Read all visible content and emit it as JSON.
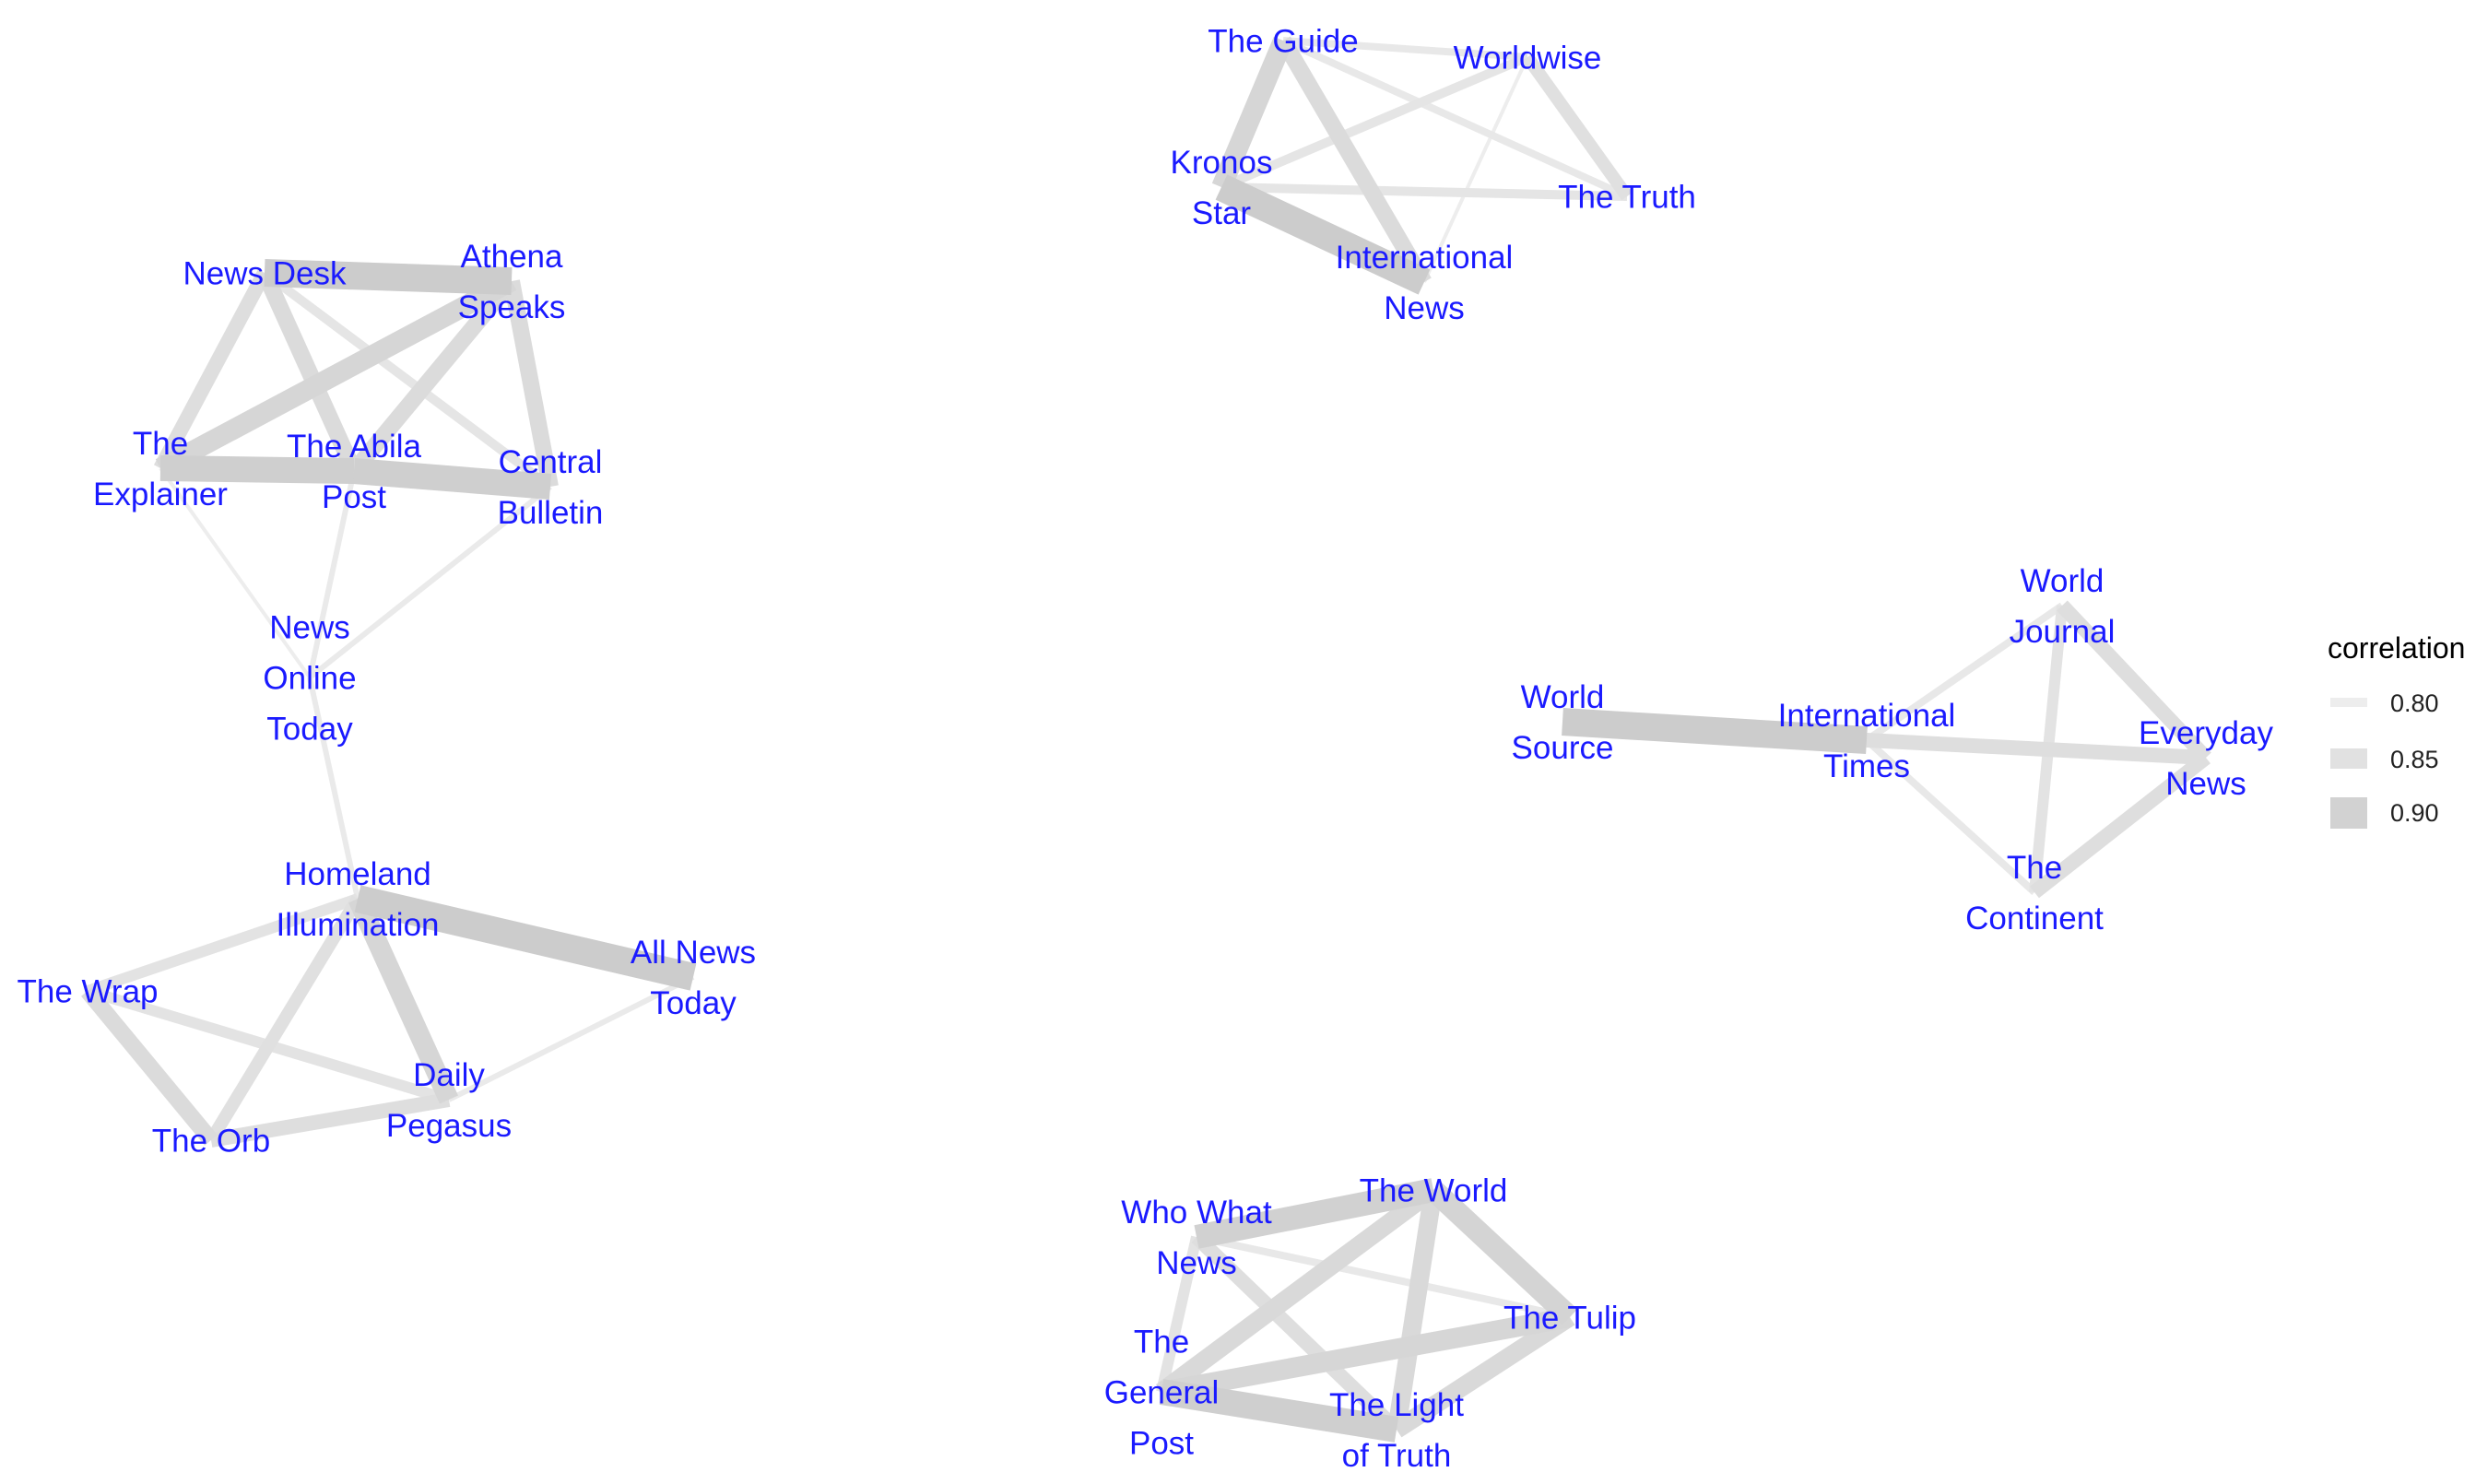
{
  "legend": {
    "title": "correlation",
    "items": [
      {
        "label": "0.80",
        "value": 0.8
      },
      {
        "label": "0.85",
        "value": 0.85
      },
      {
        "label": "0.90",
        "value": 0.9
      }
    ]
  },
  "colors": {
    "label": "#1a1aff",
    "edge_low": "#ededed",
    "edge_high": "#cccccc"
  },
  "nodes": [
    {
      "id": "news_desk",
      "lines": [
        "News Desk"
      ]
    },
    {
      "id": "athena",
      "lines": [
        "Athena",
        "Speaks"
      ]
    },
    {
      "id": "explainer",
      "lines": [
        "The",
        "Explainer"
      ]
    },
    {
      "id": "abila",
      "lines": [
        "The Abila",
        "Post"
      ]
    },
    {
      "id": "central",
      "lines": [
        "Central",
        "Bulletin"
      ]
    },
    {
      "id": "nol",
      "lines": [
        "News",
        "Online",
        "Today"
      ]
    },
    {
      "id": "homeland",
      "lines": [
        "Homeland",
        "Illumination"
      ]
    },
    {
      "id": "allnews",
      "lines": [
        "All News",
        "Today"
      ]
    },
    {
      "id": "wrap",
      "lines": [
        "The Wrap"
      ]
    },
    {
      "id": "pegasus",
      "lines": [
        "Daily",
        "Pegasus"
      ]
    },
    {
      "id": "orb",
      "lines": [
        "The Orb"
      ]
    },
    {
      "id": "guide",
      "lines": [
        "The Guide"
      ]
    },
    {
      "id": "worldwise",
      "lines": [
        "Worldwise"
      ]
    },
    {
      "id": "kronos",
      "lines": [
        "Kronos",
        "Star"
      ]
    },
    {
      "id": "truth",
      "lines": [
        "The Truth"
      ]
    },
    {
      "id": "intnews",
      "lines": [
        "International",
        "News"
      ]
    },
    {
      "id": "worldjournal",
      "lines": [
        "World",
        "Journal"
      ]
    },
    {
      "id": "worldsource",
      "lines": [
        "World",
        "Source"
      ]
    },
    {
      "id": "inttimes",
      "lines": [
        "International",
        "Times"
      ]
    },
    {
      "id": "everyday",
      "lines": [
        "Everyday",
        "News"
      ]
    },
    {
      "id": "continent",
      "lines": [
        "The",
        "Continent"
      ]
    },
    {
      "id": "whowhat",
      "lines": [
        "Who What",
        "News"
      ]
    },
    {
      "id": "theworld",
      "lines": [
        "The World"
      ]
    },
    {
      "id": "tulip",
      "lines": [
        "The Tulip"
      ]
    },
    {
      "id": "genpost",
      "lines": [
        "The",
        "General",
        "Post"
      ]
    },
    {
      "id": "lightoftruth",
      "lines": [
        "The Light",
        "of Truth"
      ]
    }
  ],
  "edges": [
    {
      "source": "news_desk",
      "target": "athena",
      "correlation": 0.93
    },
    {
      "source": "news_desk",
      "target": "explainer",
      "correlation": 0.86
    },
    {
      "source": "news_desk",
      "target": "abila",
      "correlation": 0.87
    },
    {
      "source": "news_desk",
      "target": "central",
      "correlation": 0.83
    },
    {
      "source": "athena",
      "target": "explainer",
      "correlation": 0.89
    },
    {
      "source": "athena",
      "target": "abila",
      "correlation": 0.87
    },
    {
      "source": "athena",
      "target": "central",
      "correlation": 0.87
    },
    {
      "source": "explainer",
      "target": "abila",
      "correlation": 0.92
    },
    {
      "source": "abila",
      "target": "central",
      "correlation": 0.92
    },
    {
      "source": "explainer",
      "target": "nol",
      "correlation": 0.8
    },
    {
      "source": "abila",
      "target": "nol",
      "correlation": 0.81
    },
    {
      "source": "central",
      "target": "nol",
      "correlation": 0.81
    },
    {
      "source": "nol",
      "target": "homeland",
      "correlation": 0.81
    },
    {
      "source": "homeland",
      "target": "allnews",
      "correlation": 0.93
    },
    {
      "source": "homeland",
      "target": "wrap",
      "correlation": 0.84
    },
    {
      "source": "homeland",
      "target": "pegasus",
      "correlation": 0.89
    },
    {
      "source": "homeland",
      "target": "orb",
      "correlation": 0.85
    },
    {
      "source": "allnews",
      "target": "pegasus",
      "correlation": 0.81
    },
    {
      "source": "wrap",
      "target": "orb",
      "correlation": 0.87
    },
    {
      "source": "wrap",
      "target": "pegasus",
      "correlation": 0.84
    },
    {
      "source": "orb",
      "target": "pegasus",
      "correlation": 0.86
    },
    {
      "source": "guide",
      "target": "worldwise",
      "correlation": 0.82
    },
    {
      "source": "guide",
      "target": "kronos",
      "correlation": 0.89
    },
    {
      "source": "guide",
      "target": "truth",
      "correlation": 0.82
    },
    {
      "source": "guide",
      "target": "intnews",
      "correlation": 0.87
    },
    {
      "source": "worldwise",
      "target": "kronos",
      "correlation": 0.83
    },
    {
      "source": "worldwise",
      "target": "truth",
      "correlation": 0.85
    },
    {
      "source": "worldwise",
      "target": "intnews",
      "correlation": 0.8
    },
    {
      "source": "kronos",
      "target": "truth",
      "correlation": 0.83
    },
    {
      "source": "kronos",
      "target": "intnews",
      "correlation": 0.93
    },
    {
      "source": "worldsource",
      "target": "inttimes",
      "correlation": 0.93
    },
    {
      "source": "inttimes",
      "target": "everyday",
      "correlation": 0.86
    },
    {
      "source": "inttimes",
      "target": "worldjournal",
      "correlation": 0.82
    },
    {
      "source": "inttimes",
      "target": "continent",
      "correlation": 0.82
    },
    {
      "source": "worldjournal",
      "target": "everyday",
      "correlation": 0.86
    },
    {
      "source": "worldjournal",
      "target": "continent",
      "correlation": 0.84
    },
    {
      "source": "everyday",
      "target": "continent",
      "correlation": 0.86
    },
    {
      "source": "whowhat",
      "target": "theworld",
      "correlation": 0.91
    },
    {
      "source": "whowhat",
      "target": "tulip",
      "correlation": 0.82
    },
    {
      "source": "whowhat",
      "target": "genpost",
      "correlation": 0.84
    },
    {
      "source": "whowhat",
      "target": "lightoftruth",
      "correlation": 0.86
    },
    {
      "source": "theworld",
      "target": "tulip",
      "correlation": 0.9
    },
    {
      "source": "theworld",
      "target": "genpost",
      "correlation": 0.88
    },
    {
      "source": "theworld",
      "target": "lightoftruth",
      "correlation": 0.88
    },
    {
      "source": "tulip",
      "target": "genpost",
      "correlation": 0.89
    },
    {
      "source": "tulip",
      "target": "lightoftruth",
      "correlation": 0.88
    },
    {
      "source": "genpost",
      "target": "lightoftruth",
      "correlation": 0.92
    }
  ]
}
